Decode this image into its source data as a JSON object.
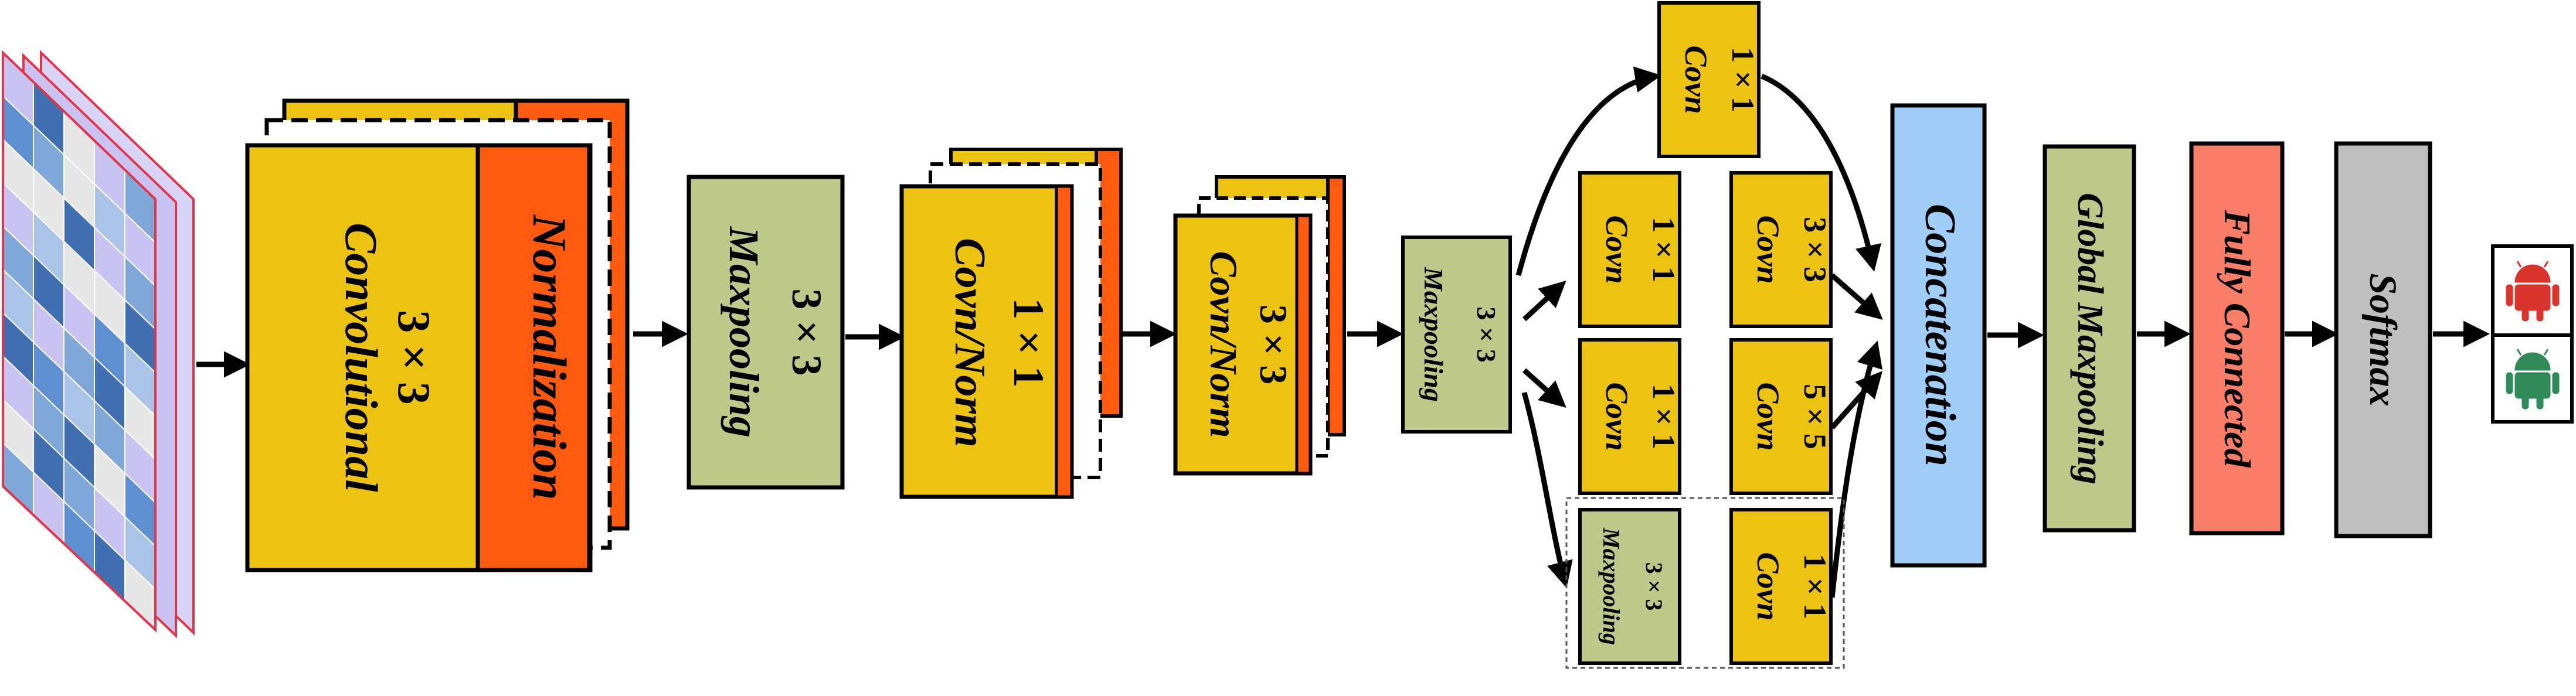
{
  "colors": {
    "yellow": "#EDC312",
    "orange": "#FF5A0D",
    "olive": "#BDC889",
    "blue": "#9FCEF8",
    "salmon": "#F97E67",
    "gray": "#BFBFBF",
    "red_android": "#D9342B",
    "green_android": "#2E8B57",
    "input_light": "#C9C3F2",
    "input_mid": "#7FA7D8",
    "input_dark": "#3F6FB0"
  },
  "input": {
    "icon": "image-input-icon"
  },
  "conv_block": {
    "size": "3 × 3",
    "name": "Convolutional",
    "norm": "Normalization"
  },
  "pool1": {
    "size": "3 × 3",
    "name": "Maxpooling"
  },
  "conv2": {
    "size": "1 × 1",
    "name": "Covn/Norm"
  },
  "conv3": {
    "size": "3 × 3",
    "name": "Covn/Norm"
  },
  "pool2": {
    "size": "3 × 3",
    "name": "Maxpooling"
  },
  "inception": {
    "top": {
      "size": "1 × 1",
      "name": "Covn"
    },
    "r1a": {
      "size": "1 × 1",
      "name": "Covn"
    },
    "r1b": {
      "size": "3 × 3",
      "name": "Covn"
    },
    "r2a": {
      "size": "1 × 1",
      "name": "Covn"
    },
    "r2b": {
      "size": "5 × 5",
      "name": "Covn"
    },
    "r3a": {
      "size": "3 × 3",
      "name": "Maxpooling"
    },
    "r3b": {
      "size": "1 × 1",
      "name": "Covn"
    }
  },
  "concat": {
    "label": "Concatenation"
  },
  "gmp": {
    "label": "Global Maxpooling"
  },
  "fc": {
    "label": "Fully Connected"
  },
  "softmax": {
    "label": "Softmax"
  },
  "outputs": [
    {
      "icon": "android-icon",
      "color": "red"
    },
    {
      "icon": "android-icon",
      "color": "green"
    }
  ]
}
